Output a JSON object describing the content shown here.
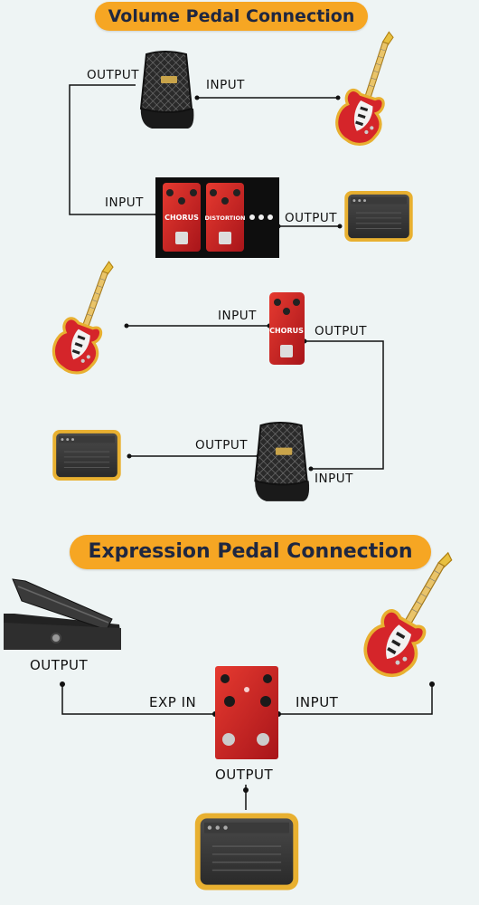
{
  "banners": {
    "volume": "Volume Pedal Connection",
    "expression": "Expression Pedal Connection"
  },
  "section1": {
    "pedal_output": "OUTPUT",
    "pedal_input": "INPUT",
    "board_input": "INPUT",
    "board_output": "OUTPUT",
    "chorus_text": "CHORUS",
    "distortion_text": "DISTORTION"
  },
  "section2": {
    "effect_input": "INPUT",
    "effect_output": "OUTPUT",
    "volume_input": "INPUT",
    "volume_output": "OUTPUT",
    "effect_text": "CHORUS"
  },
  "section3": {
    "pedal_output": "OUTPUT",
    "exp_in": "EXP IN",
    "input": "INPUT",
    "effect_output": "OUTPUT"
  },
  "colors": {
    "banner": "#f6a623",
    "pedal_red": "#d42020",
    "amp_frame": "#e8b030",
    "guitar_body": "#d5252a",
    "wire": "#111111"
  }
}
